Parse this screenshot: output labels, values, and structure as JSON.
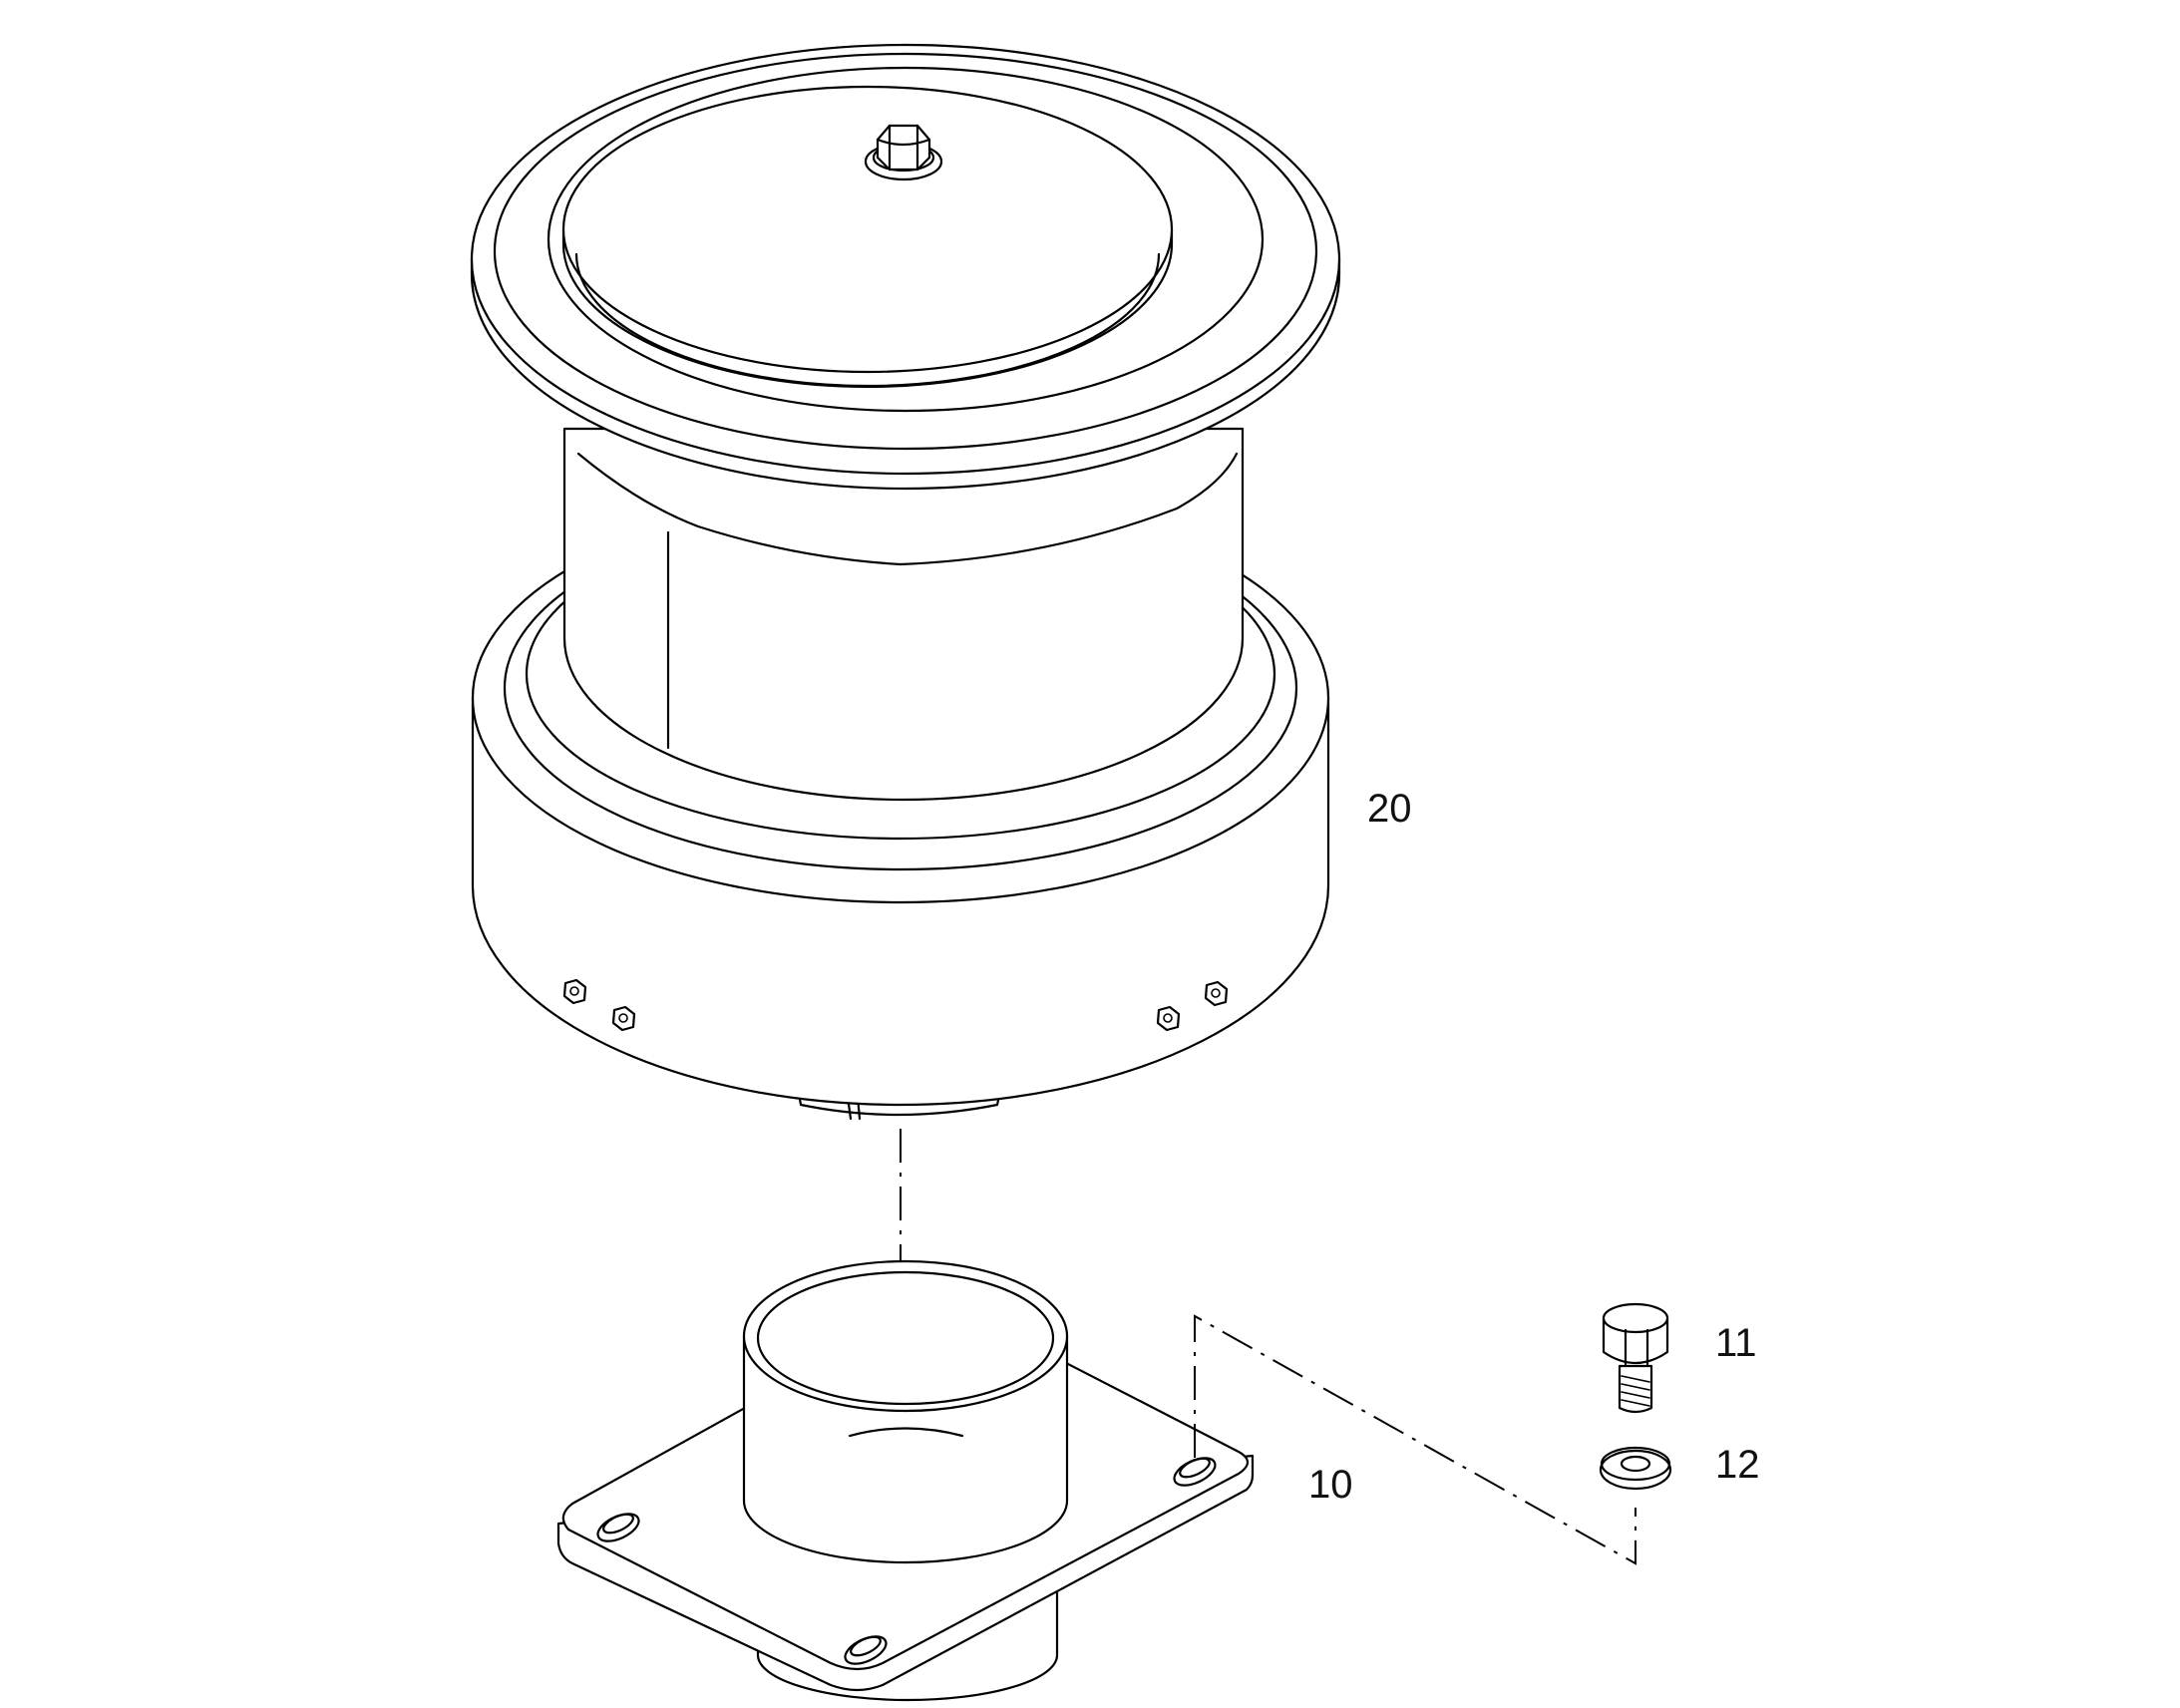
{
  "figure": {
    "type": "exploded-parts-diagram",
    "background": "#ffffff",
    "line_color": "#000000"
  },
  "callouts": {
    "winch_drum": "20",
    "base_flange": "10",
    "bolt": "11",
    "washer": "12"
  }
}
